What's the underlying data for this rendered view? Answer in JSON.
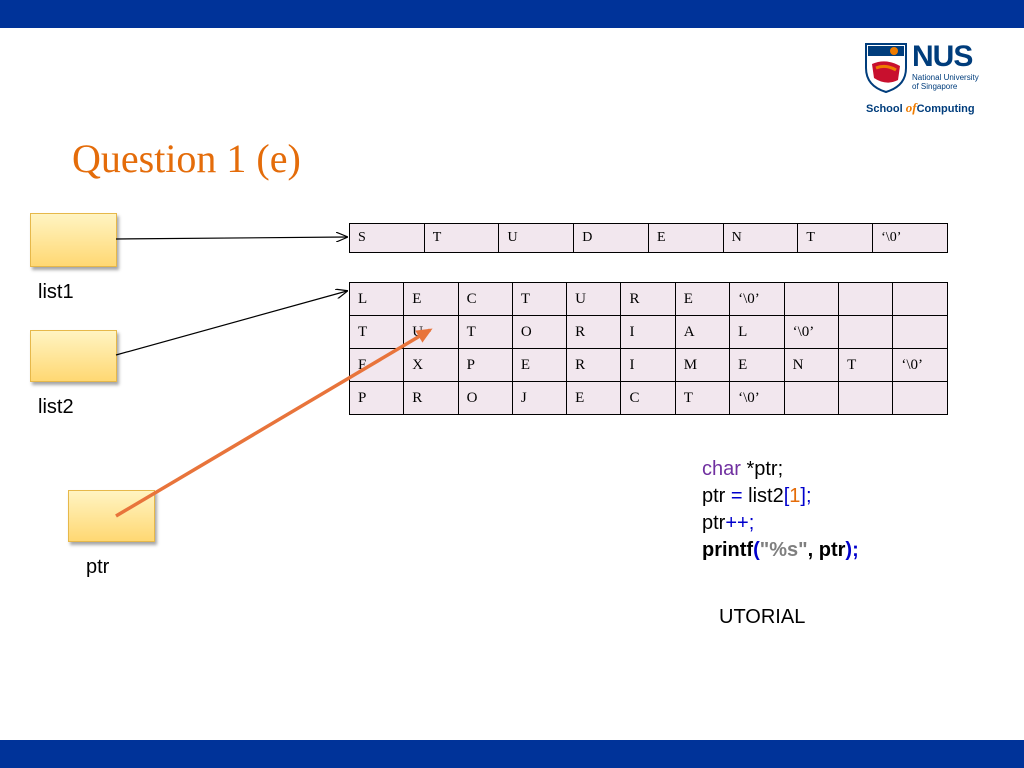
{
  "title": "Question 1 (e)",
  "logo": {
    "name": "NUS",
    "line1": "National University",
    "line2": "of Singapore",
    "school_a": "School ",
    "school_of": "of",
    "school_b": "Computing"
  },
  "variables": {
    "list1": "list1",
    "list2": "list2",
    "ptr": "ptr"
  },
  "list1_row": [
    "S",
    "T",
    "U",
    "D",
    "E",
    "N",
    "T",
    "‘\\0’"
  ],
  "list2_rows": [
    [
      "L",
      "E",
      "C",
      "T",
      "U",
      "R",
      "E",
      "‘\\0’",
      "",
      "",
      ""
    ],
    [
      "T",
      "U",
      "T",
      "O",
      "R",
      "I",
      "A",
      "L",
      "‘\\0’",
      "",
      ""
    ],
    [
      "E",
      "X",
      "P",
      "E",
      "R",
      "I",
      "M",
      "E",
      "N",
      "T",
      "‘\\0’"
    ],
    [
      "P",
      "R",
      "O",
      "J",
      "E",
      "C",
      "T",
      "‘\\0’",
      "",
      "",
      ""
    ]
  ],
  "code": {
    "l1_kw": "char",
    "l1_rest": " *ptr;",
    "l2_a": "ptr ",
    "l2_eq": "=",
    "l2_b": " list2",
    "l2_lb": "[",
    "l2_num": "1",
    "l2_rb": "];",
    "l3_a": "ptr",
    "l3_op": "++;",
    "l4_fn": "printf",
    "l4_lp": "(",
    "l4_str": "\"%s\"",
    "l4_mid": ", ptr",
    "l4_rp": ");"
  },
  "output": "UTORIAL",
  "colors": {
    "title": "#e46c0a",
    "bar": "#003399",
    "keyword": "#7030a0",
    "number": "#e46c0a",
    "operator": "#0000cc",
    "pointer_arrow": "#e8743b"
  }
}
